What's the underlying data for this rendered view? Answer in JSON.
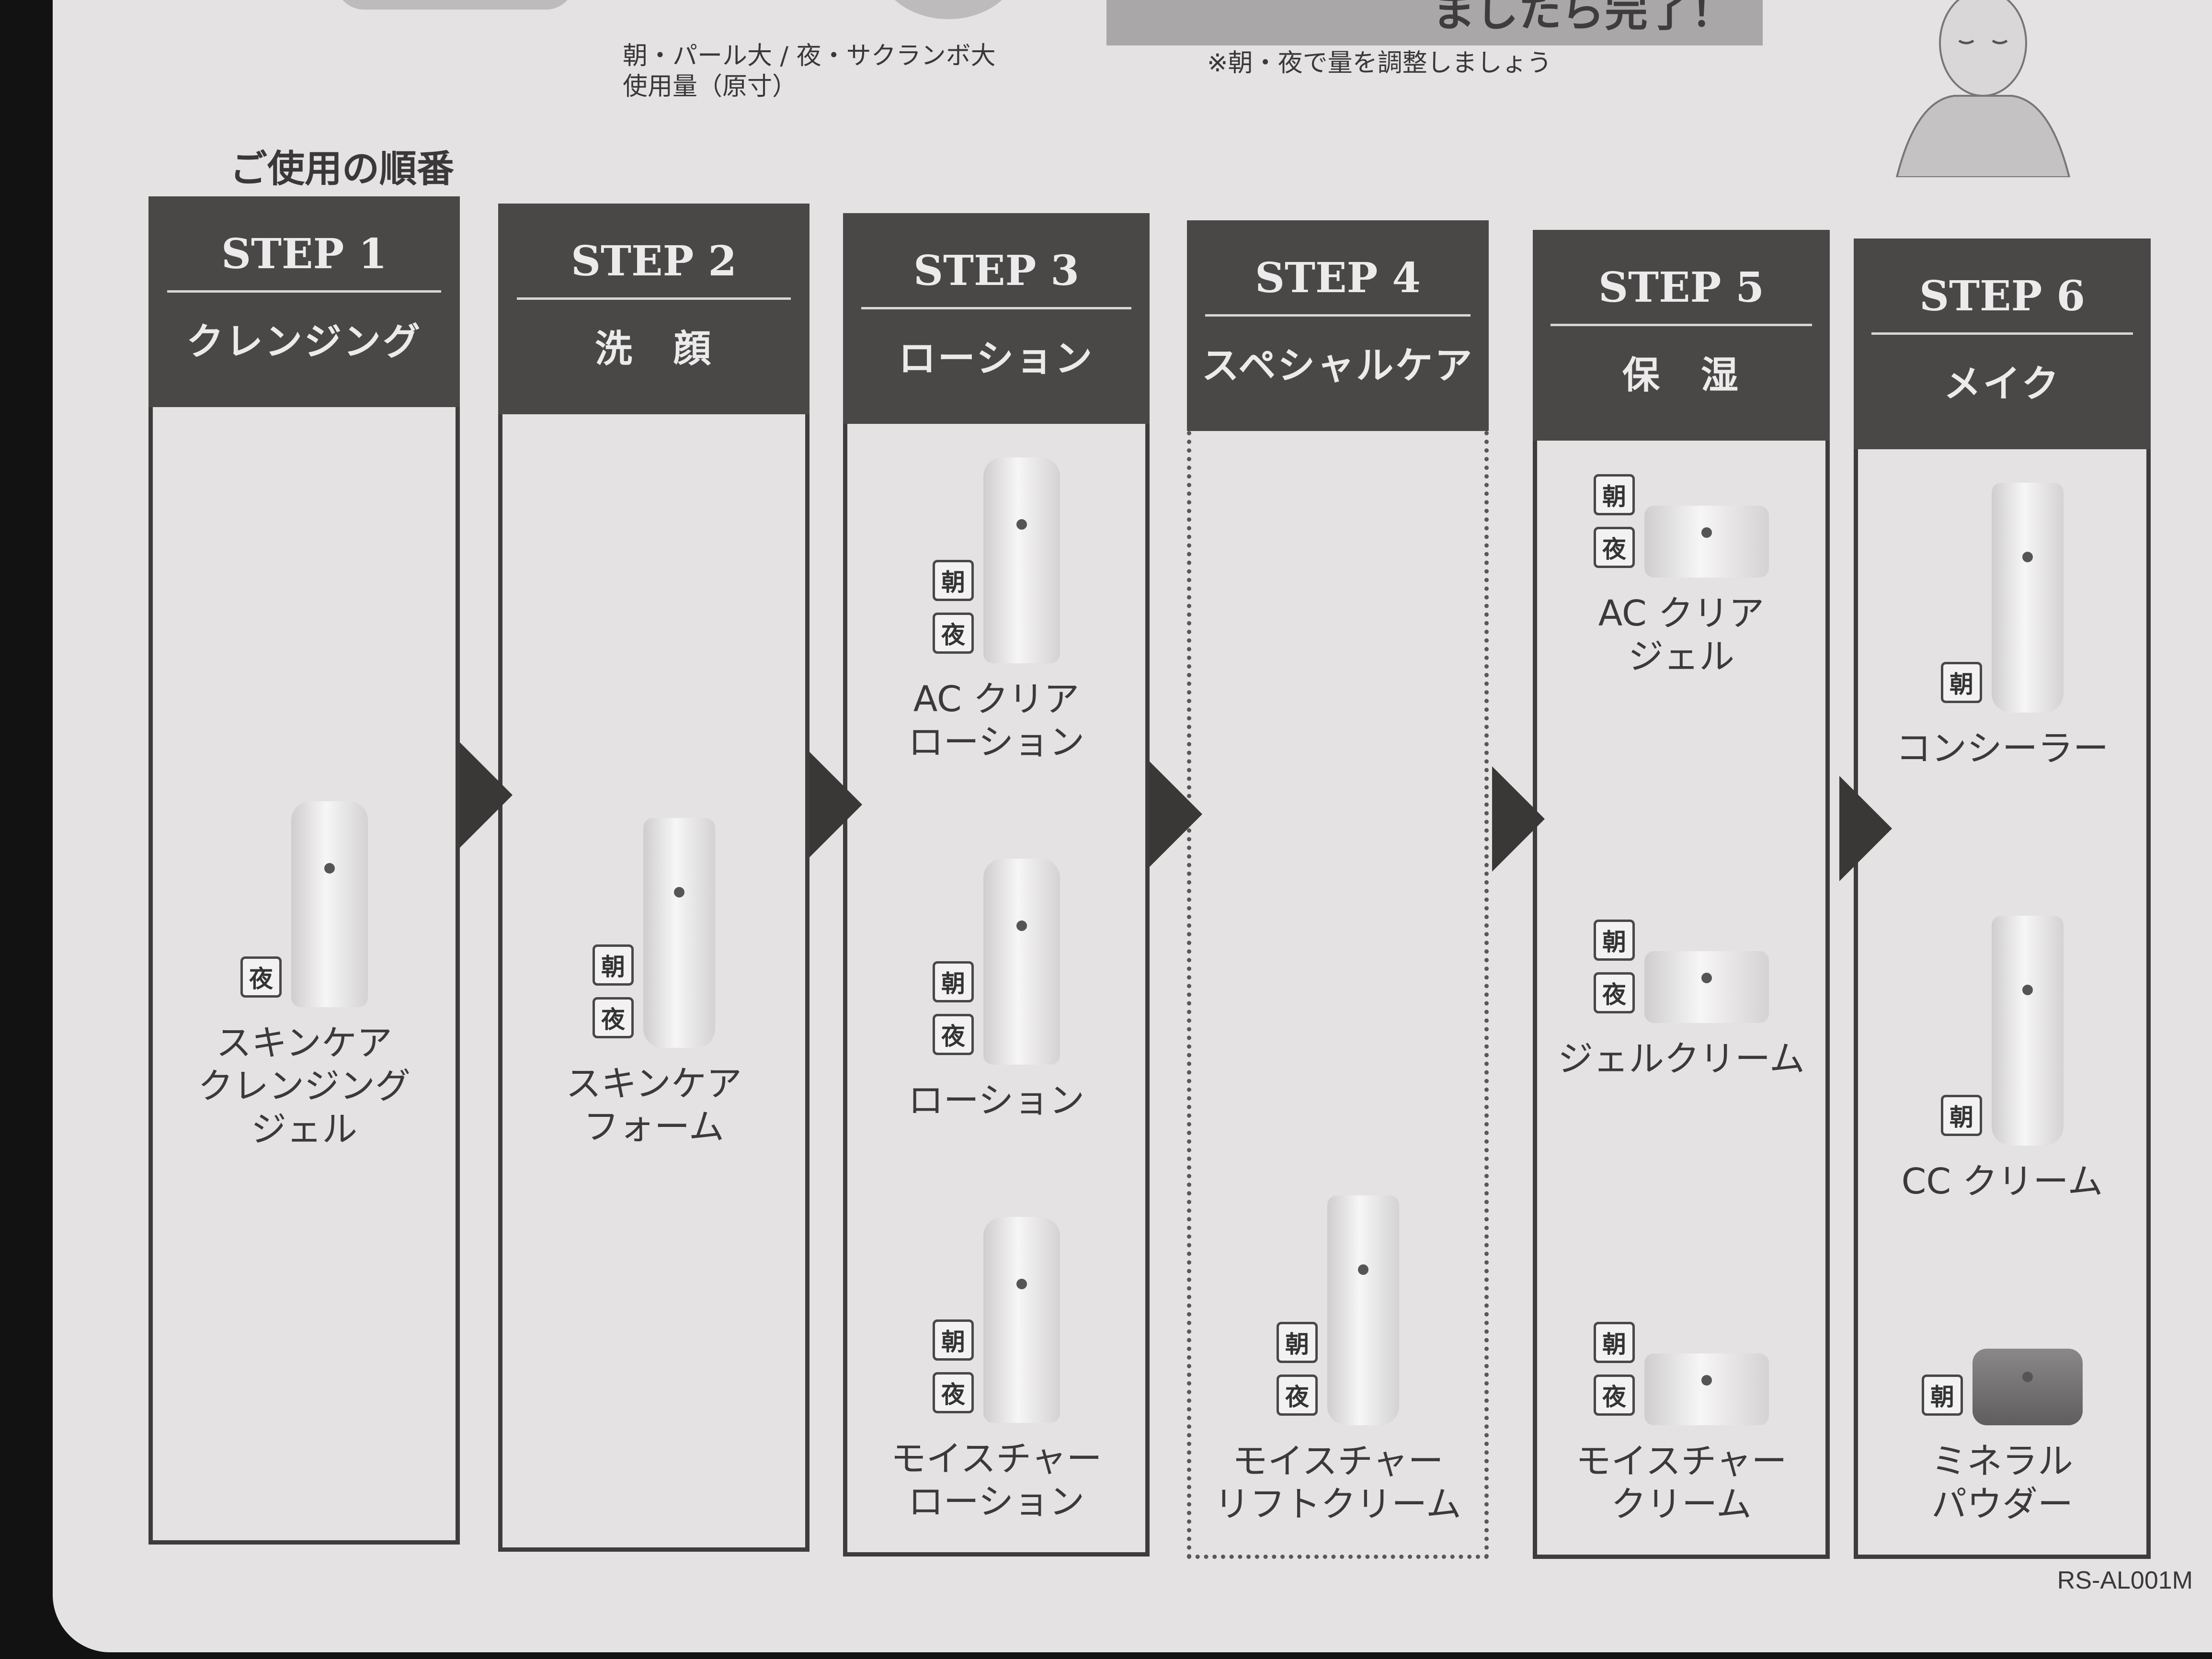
{
  "top": {
    "banner_text": "ましたら完了！",
    "usage_note_line1": "朝・パール大 / 夜・サクランボ大",
    "usage_note_line2": "使用量（原寸）",
    "adjust_note": "※朝・夜で量を調整しましょう"
  },
  "order_title": "ご使用の順番",
  "badges": {
    "morning": "朝",
    "night": "夜"
  },
  "steps": [
    {
      "step": "STEP 1",
      "label": "クレンジング",
      "products": [
        {
          "name": "スキンケア\nクレンジング\nジェル",
          "badges": [
            "夜"
          ],
          "shape": "bottle"
        }
      ]
    },
    {
      "step": "STEP 2",
      "label": "洗　顔",
      "products": [
        {
          "name": "スキンケア\nフォーム",
          "badges": [
            "朝",
            "夜"
          ],
          "shape": "tube"
        }
      ]
    },
    {
      "step": "STEP 3",
      "label": "ローション",
      "products": [
        {
          "name": "AC クリア\nローション",
          "badges": [
            "朝",
            "夜"
          ],
          "shape": "bottle"
        },
        {
          "name": "ローション",
          "badges": [
            "朝",
            "夜"
          ],
          "shape": "bottle"
        },
        {
          "name": "モイスチャー\nローション",
          "badges": [
            "朝",
            "夜"
          ],
          "shape": "bottle"
        }
      ]
    },
    {
      "step": "STEP 4",
      "label": "スペシャルケア",
      "products": [
        {
          "name": "モイスチャー\nリフトクリーム",
          "badges": [
            "朝",
            "夜"
          ],
          "shape": "tube"
        }
      ]
    },
    {
      "step": "STEP 5",
      "label": "保　湿",
      "products": [
        {
          "name": "AC クリア\nジェル",
          "badges": [
            "朝",
            "夜"
          ],
          "shape": "jar"
        },
        {
          "name": "ジェルクリーム",
          "badges": [
            "朝",
            "夜"
          ],
          "shape": "jar"
        },
        {
          "name": "モイスチャー\nクリーム",
          "badges": [
            "朝",
            "夜"
          ],
          "shape": "jar"
        }
      ]
    },
    {
      "step": "STEP 6",
      "label": "メイク",
      "products": [
        {
          "name": "コンシーラー",
          "badges": [
            "朝"
          ],
          "shape": "tube"
        },
        {
          "name": "CC クリーム",
          "badges": [
            "朝"
          ],
          "shape": "tube"
        },
        {
          "name": "ミネラル\nパウダー",
          "badges": [
            "朝"
          ],
          "shape": "powder"
        }
      ]
    }
  ],
  "code": "RS-AL001M"
}
